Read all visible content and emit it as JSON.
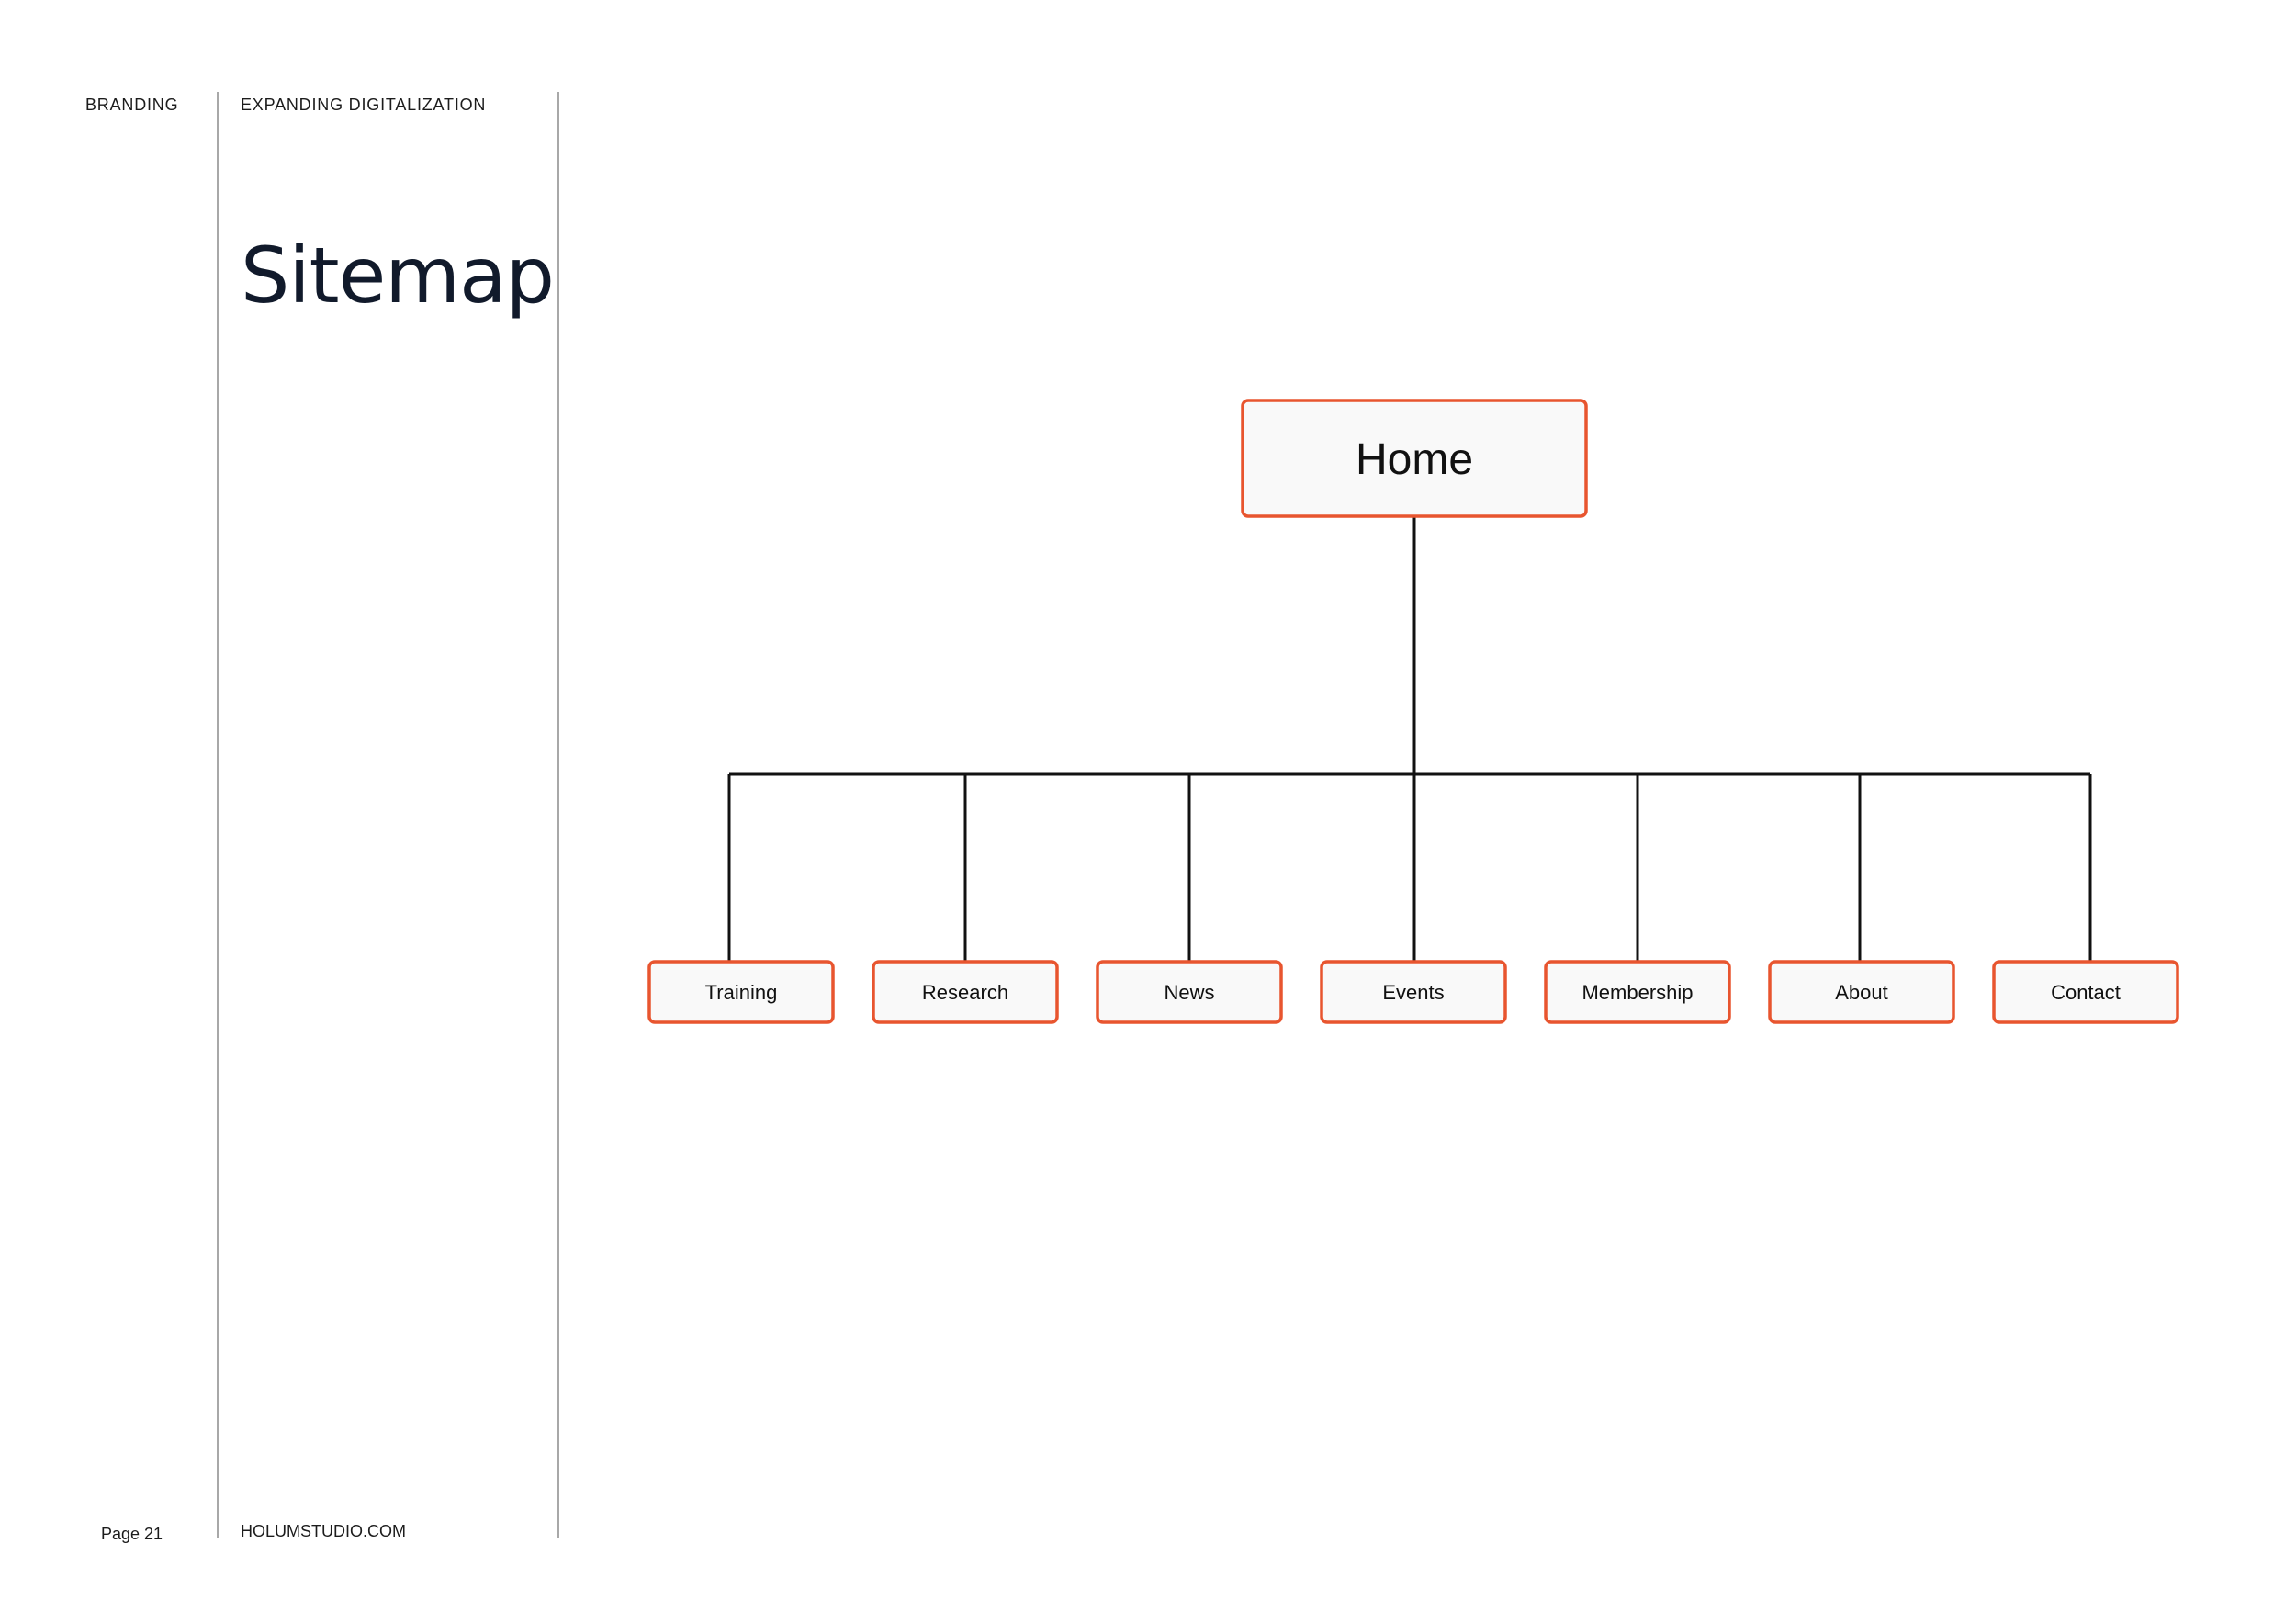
{
  "header": {
    "section_label": "BRANDING",
    "subsection_label": "EXPANDING DIGITALIZATION"
  },
  "page": {
    "title": "Sitemap"
  },
  "footer": {
    "page_number": "Page 21",
    "website": "HOLUMSTUDIO.COM"
  },
  "sitemap": {
    "root": "Home",
    "children": [
      "Training",
      "Research",
      "News",
      "Events",
      "Membership",
      "About",
      "Contact"
    ]
  },
  "colors": {
    "node_border": "#e8552f",
    "node_fill": "#f9f9f9",
    "connector": "#111111"
  }
}
